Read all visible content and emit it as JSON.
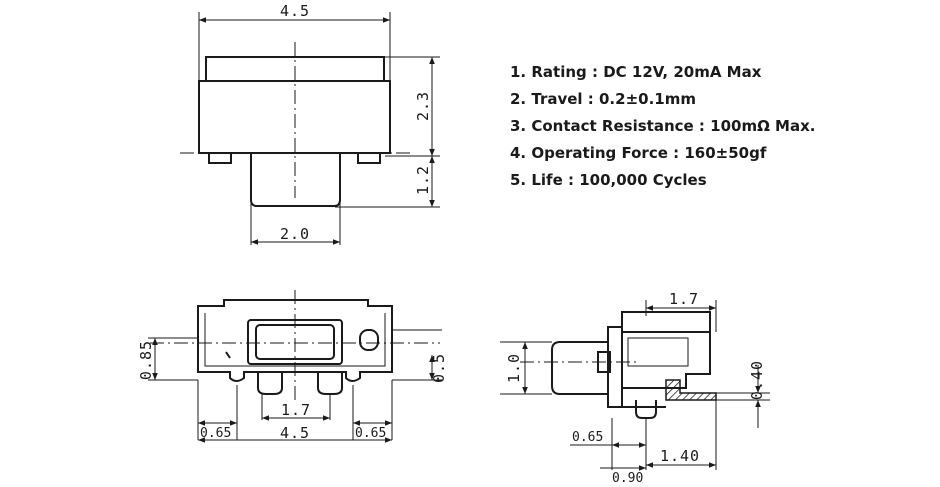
{
  "specs": [
    "1. Rating : DC 12V, 20mA Max",
    "2. Travel : 0.2±0.1mm",
    "3. Contact Resistance : 100mΩ Max.",
    "4. Operating Force : 160±50gf",
    "5. Life : 100,000 Cycles"
  ],
  "dimensions": {
    "top_width": "4.5",
    "top_height": "2.3",
    "top_actuator": "1.2",
    "top_actuator_width": "2.0",
    "bottom_height": "0.85",
    "bottom_slot": "0.5",
    "bottom_pad_left": "0.65",
    "bottom_pad_right": "0.65",
    "bottom_width": "4.5",
    "bottom_pitch": "1.7",
    "side_length": "1.7",
    "side_actuator": "1.0",
    "side_terminal": "0.40",
    "side_offset": "0.65",
    "side_pad": "0.90",
    "side_span": "1.40"
  }
}
